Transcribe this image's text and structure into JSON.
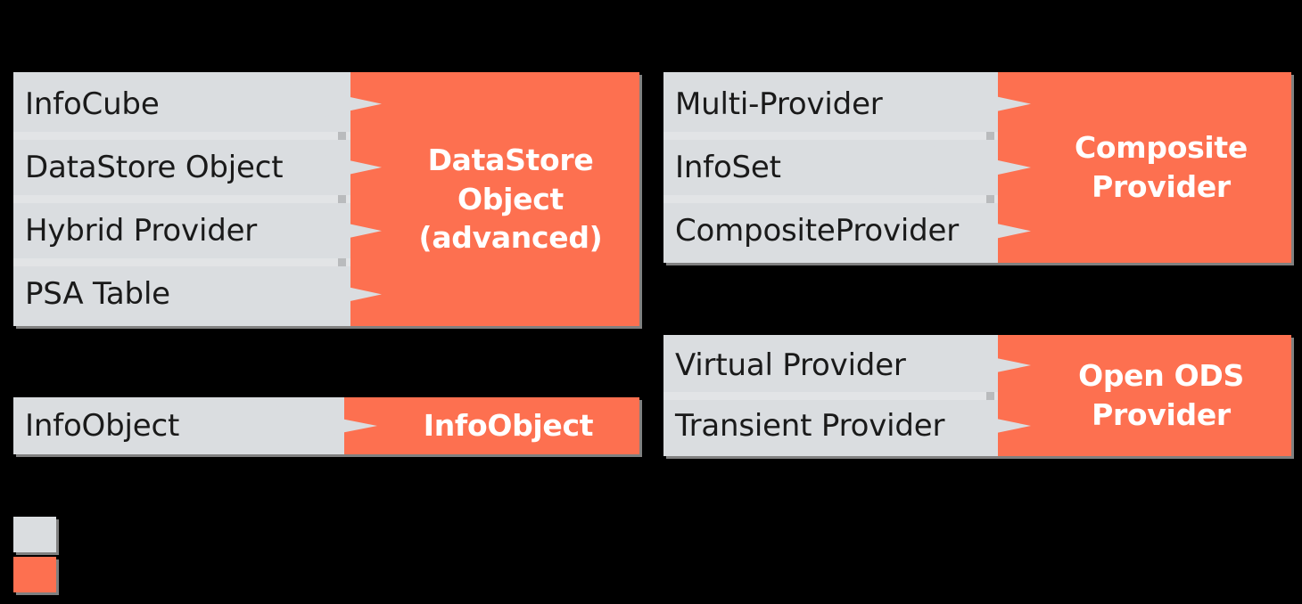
{
  "background_color": "#000000",
  "colors": {
    "source_gray": "#dadde0",
    "target_orange": "#fd7050",
    "source_text": "#1a1a1a",
    "target_text": "#ffffff",
    "shadow": "#969696"
  },
  "blocks": [
    {
      "id": "datastore-object-advanced",
      "sources": [
        "InfoCube",
        "DataStore Object",
        "Hybrid Provider",
        "PSA Table"
      ],
      "target": "DataStore\nObject\n(advanced)"
    },
    {
      "id": "composite-provider",
      "sources": [
        "Multi-Provider",
        "InfoSet",
        "CompositeProvider"
      ],
      "target": "Composite\nProvider"
    },
    {
      "id": "infoobject",
      "sources": [
        "InfoObject"
      ],
      "target": "InfoObject"
    },
    {
      "id": "open-ods-provider",
      "sources": [
        "Virtual Provider",
        "Transient Provider"
      ],
      "target": "Open ODS\nProvider"
    }
  ],
  "legend": {
    "items": [
      {
        "id": "legend-swatch-source",
        "color": "#dadde0",
        "label": ""
      },
      {
        "id": "legend-swatch-target",
        "color": "#fd7050",
        "label": ""
      }
    ]
  }
}
